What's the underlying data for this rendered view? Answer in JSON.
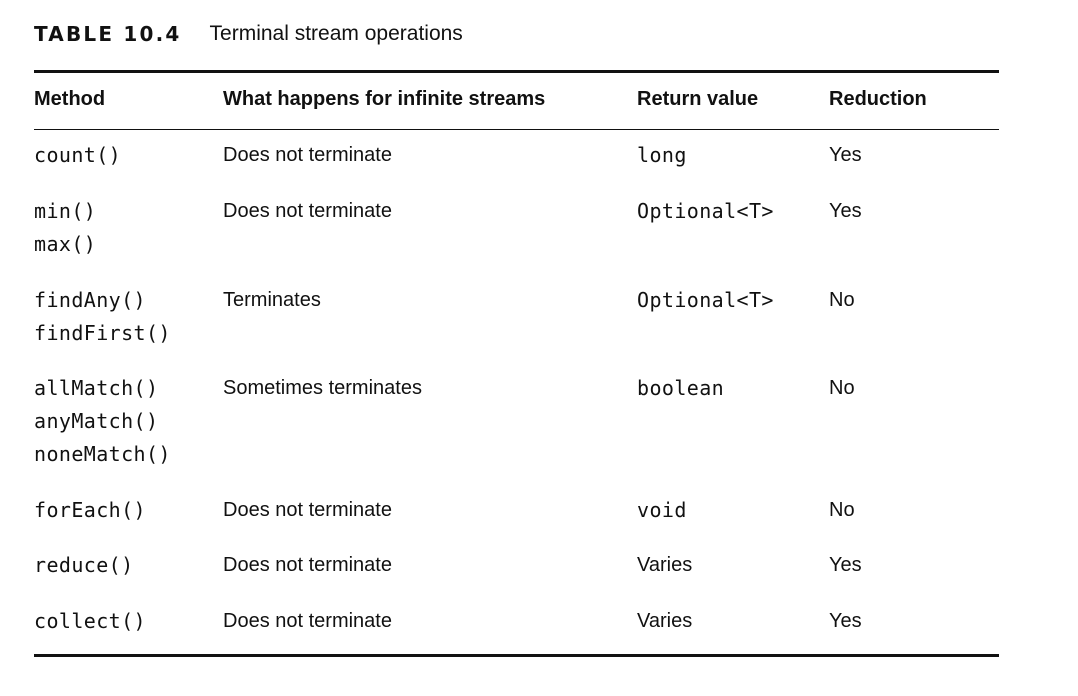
{
  "table": {
    "label": "TABLE 10.4",
    "title": "Terminal stream operations",
    "headers": {
      "method": "Method",
      "infinite": "What happens for infinite streams",
      "return_value": "Return value",
      "reduction": "Reduction"
    },
    "rows": [
      {
        "methods": [
          "count()"
        ],
        "infinite": "Does not terminate",
        "return_value": "long",
        "reduction": "Yes"
      },
      {
        "methods": [
          "min()",
          "max()"
        ],
        "infinite": "Does not terminate",
        "return_value": "Optional<T>",
        "reduction": "Yes"
      },
      {
        "methods": [
          "findAny()",
          "findFirst()"
        ],
        "infinite": "Terminates",
        "return_value": "Optional<T>",
        "reduction": "No"
      },
      {
        "methods": [
          "allMatch()",
          "anyMatch()",
          "noneMatch()"
        ],
        "infinite": "Sometimes terminates",
        "return_value": "boolean",
        "reduction": "No"
      },
      {
        "methods": [
          "forEach()"
        ],
        "infinite": "Does not terminate",
        "return_value": "void",
        "reduction": "No"
      },
      {
        "methods": [
          "reduce()"
        ],
        "infinite": "Does not terminate",
        "return_value": "Varies",
        "reduction": "Yes"
      },
      {
        "methods": [
          "collect()"
        ],
        "infinite": "Does not terminate",
        "return_value": "Varies",
        "reduction": "Yes"
      }
    ]
  }
}
